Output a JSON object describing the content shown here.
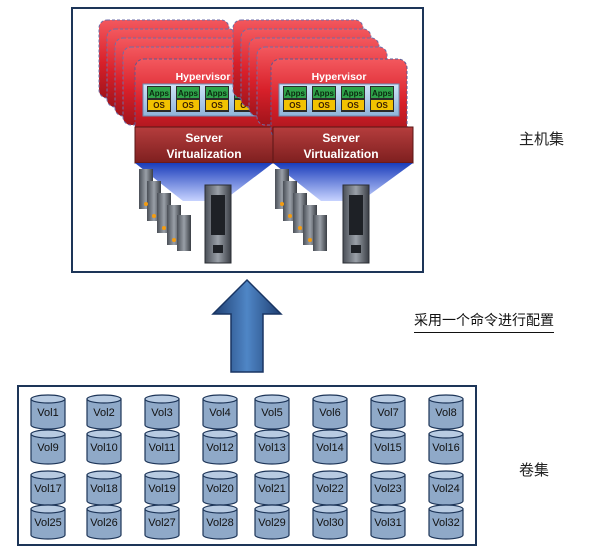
{
  "hosts": [
    {
      "hypervisor_label": "Hypervisor",
      "vm_apps_label": "Apps",
      "vm_os_label": "OS",
      "vm_count": 4,
      "virtualization_line1": "Server",
      "virtualization_line2": "Virtualization"
    },
    {
      "hypervisor_label": "Hypervisor",
      "vm_apps_label": "Apps",
      "vm_os_label": "OS",
      "vm_count": 4,
      "virtualization_line1": "Server",
      "virtualization_line2": "Virtualization"
    }
  ],
  "labels": {
    "host_set": "主机集",
    "single_command": "采用一个命令进行配置",
    "volume_set": "卷集"
  },
  "volumes": [
    "Vol1",
    "Vol2",
    "Vol3",
    "Vol4",
    "Vol5",
    "Vol6",
    "Vol7",
    "Vol8",
    "Vol9",
    "Vol10",
    "Vol11",
    "Vol12",
    "Vol13",
    "Vol14",
    "Vol15",
    "Vol16",
    "Vol17",
    "Vol18",
    "Vol19",
    "Vol20",
    "Vol21",
    "Vol22",
    "Vol23",
    "Vol24",
    "Vol25",
    "Vol26",
    "Vol27",
    "Vol28",
    "Vol29",
    "Vol30",
    "Vol31",
    "Vol32"
  ],
  "colors": {
    "frame": "#1d3558",
    "hypervisor_red": "#d8202a",
    "virtualization_band": "#9b2a2a",
    "vm_os_yellow": "#f2c200",
    "vm_apps_green": "#2fa34a",
    "arrow_blue": "#2f5d9a",
    "volume_fill": "#8fa9c8"
  }
}
